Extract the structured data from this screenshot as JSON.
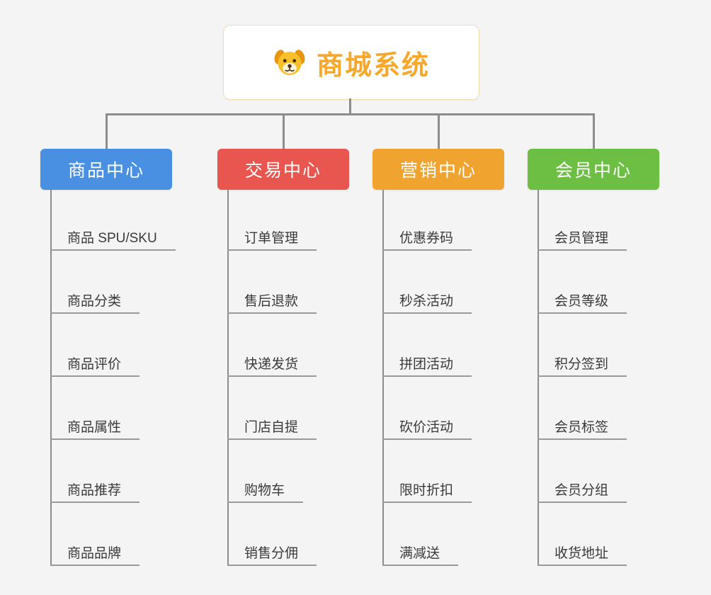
{
  "root": {
    "title": "商城系统",
    "icon": "dog-icon"
  },
  "branches": [
    {
      "label": "商品中心",
      "color": "#4a90e2",
      "children": [
        "商品 SPU/SKU",
        "商品分类",
        "商品评价",
        "商品属性",
        "商品推荐",
        "商品品牌"
      ]
    },
    {
      "label": "交易中心",
      "color": "#e8564f",
      "children": [
        "订单管理",
        "售后退款",
        "快递发货",
        "门店自提",
        "购物车",
        "销售分佣"
      ]
    },
    {
      "label": "营销中心",
      "color": "#f0a32f",
      "children": [
        "优惠券码",
        "秒杀活动",
        "拼团活动",
        "砍价活动",
        "限时折扣",
        "满减送"
      ]
    },
    {
      "label": "会员中心",
      "color": "#6dbf44",
      "children": [
        "会员管理",
        "会员等级",
        "积分签到",
        "会员标签",
        "会员分组",
        "收货地址"
      ]
    }
  ],
  "colors": {
    "line": "#8c8c8c",
    "root_title": "#f7a82b",
    "child_text": "#3a3a3a",
    "background": "#f4f4f4"
  }
}
